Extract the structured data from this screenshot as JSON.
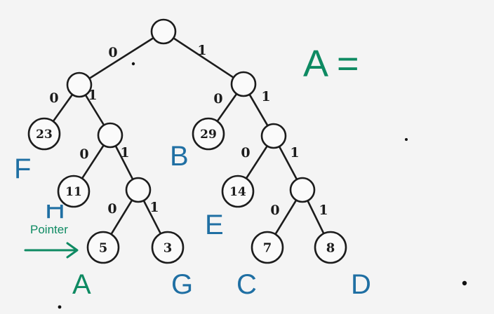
{
  "equation": "A =",
  "pointer_label": "Pointer",
  "clipped_letter": "H",
  "colors": {
    "blue": "#1f6fa3",
    "green": "#0e8a62",
    "ink": "#1c1c1c"
  },
  "tree": {
    "nodes": [
      {
        "id": "root",
        "weight": ""
      },
      {
        "id": "n0",
        "weight": ""
      },
      {
        "id": "n1",
        "weight": ""
      },
      {
        "id": "n00",
        "weight": "23"
      },
      {
        "id": "n01",
        "weight": ""
      },
      {
        "id": "n10",
        "weight": "29"
      },
      {
        "id": "n11",
        "weight": ""
      },
      {
        "id": "n010",
        "weight": "11"
      },
      {
        "id": "n011",
        "weight": ""
      },
      {
        "id": "n110",
        "weight": "14"
      },
      {
        "id": "n111",
        "weight": ""
      },
      {
        "id": "n0110",
        "weight": "5"
      },
      {
        "id": "n0111",
        "weight": "3"
      },
      {
        "id": "n1110",
        "weight": "7"
      },
      {
        "id": "n1111",
        "weight": "8"
      }
    ],
    "edges": [
      {
        "from": "root",
        "to": "n0",
        "bit": "0"
      },
      {
        "from": "root",
        "to": "n1",
        "bit": "1"
      },
      {
        "from": "n0",
        "to": "n00",
        "bit": "0"
      },
      {
        "from": "n0",
        "to": "n01",
        "bit": "1"
      },
      {
        "from": "n1",
        "to": "n10",
        "bit": "0"
      },
      {
        "from": "n1",
        "to": "n11",
        "bit": "1"
      },
      {
        "from": "n01",
        "to": "n010",
        "bit": "0"
      },
      {
        "from": "n01",
        "to": "n011",
        "bit": "1"
      },
      {
        "from": "n11",
        "to": "n110",
        "bit": "0"
      },
      {
        "from": "n11",
        "to": "n111",
        "bit": "1"
      },
      {
        "from": "n011",
        "to": "n0110",
        "bit": "0"
      },
      {
        "from": "n011",
        "to": "n0111",
        "bit": "1"
      },
      {
        "from": "n111",
        "to": "n1110",
        "bit": "0"
      },
      {
        "from": "n111",
        "to": "n1111",
        "bit": "1"
      }
    ]
  },
  "symbols": [
    {
      "id": "F",
      "text": "F",
      "color": "blue"
    },
    {
      "id": "B",
      "text": "B",
      "color": "blue"
    },
    {
      "id": "E",
      "text": "E",
      "color": "blue"
    },
    {
      "id": "A",
      "text": "A",
      "color": "green"
    },
    {
      "id": "G",
      "text": "G",
      "color": "blue"
    },
    {
      "id": "C",
      "text": "C",
      "color": "blue"
    },
    {
      "id": "D",
      "text": "D",
      "color": "blue"
    }
  ]
}
